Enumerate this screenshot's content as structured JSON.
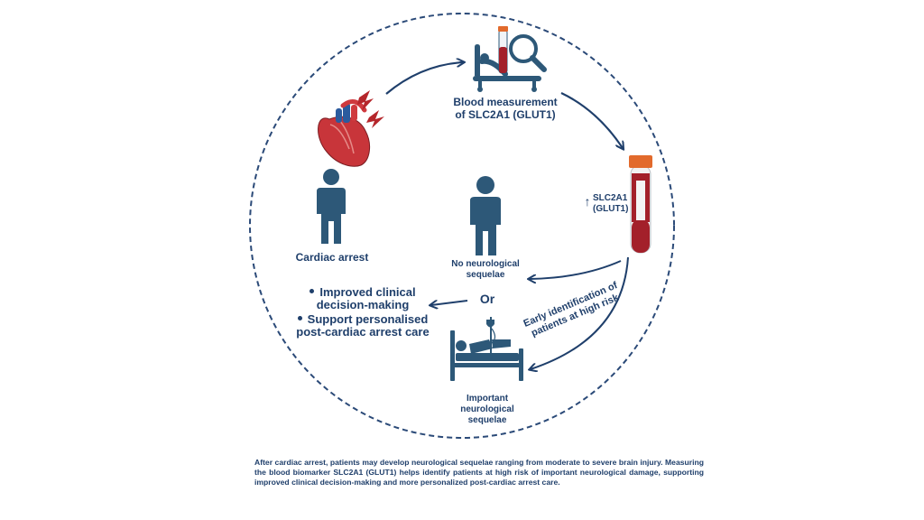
{
  "nodes": {
    "blood_measurement": "Blood measurement of SLC2A1 (GLUT1)",
    "cardiac_arrest": "Cardiac arrest",
    "slc2a1_marker": "SLC2A1 (GLUT1)",
    "up_arrow": "↑",
    "no_sequelae": "No neurological sequelae",
    "or": "Or",
    "important_sequelae": "Important neurological sequelae",
    "early_identification": "Early identification of patients at high risk"
  },
  "outcomes": [
    "Improved clinical decision-making",
    "Support personalised post-cardiac arrest care"
  ],
  "caption": "After cardiac arrest, patients may develop neurological sequelae ranging from moderate to severe brain injury. Measuring the blood biomarker SLC2A1 (GLUT1) helps identify patients at high risk of important neurological damage, supporting improved clinical decision-making and more personalized post-cardiac arrest care.",
  "colors": {
    "navy": "#1f3f6b",
    "icon_blue": "#2d5878",
    "blood_red": "#a3202a",
    "heart_red": "#c8353a",
    "cap_orange": "#e26a2c",
    "lightning": "#b5262b"
  },
  "icons": [
    "heart-icon",
    "lightning-icon",
    "person-icon",
    "blood-test-icon",
    "blood-tube-icon",
    "hospital-bed-icon"
  ]
}
